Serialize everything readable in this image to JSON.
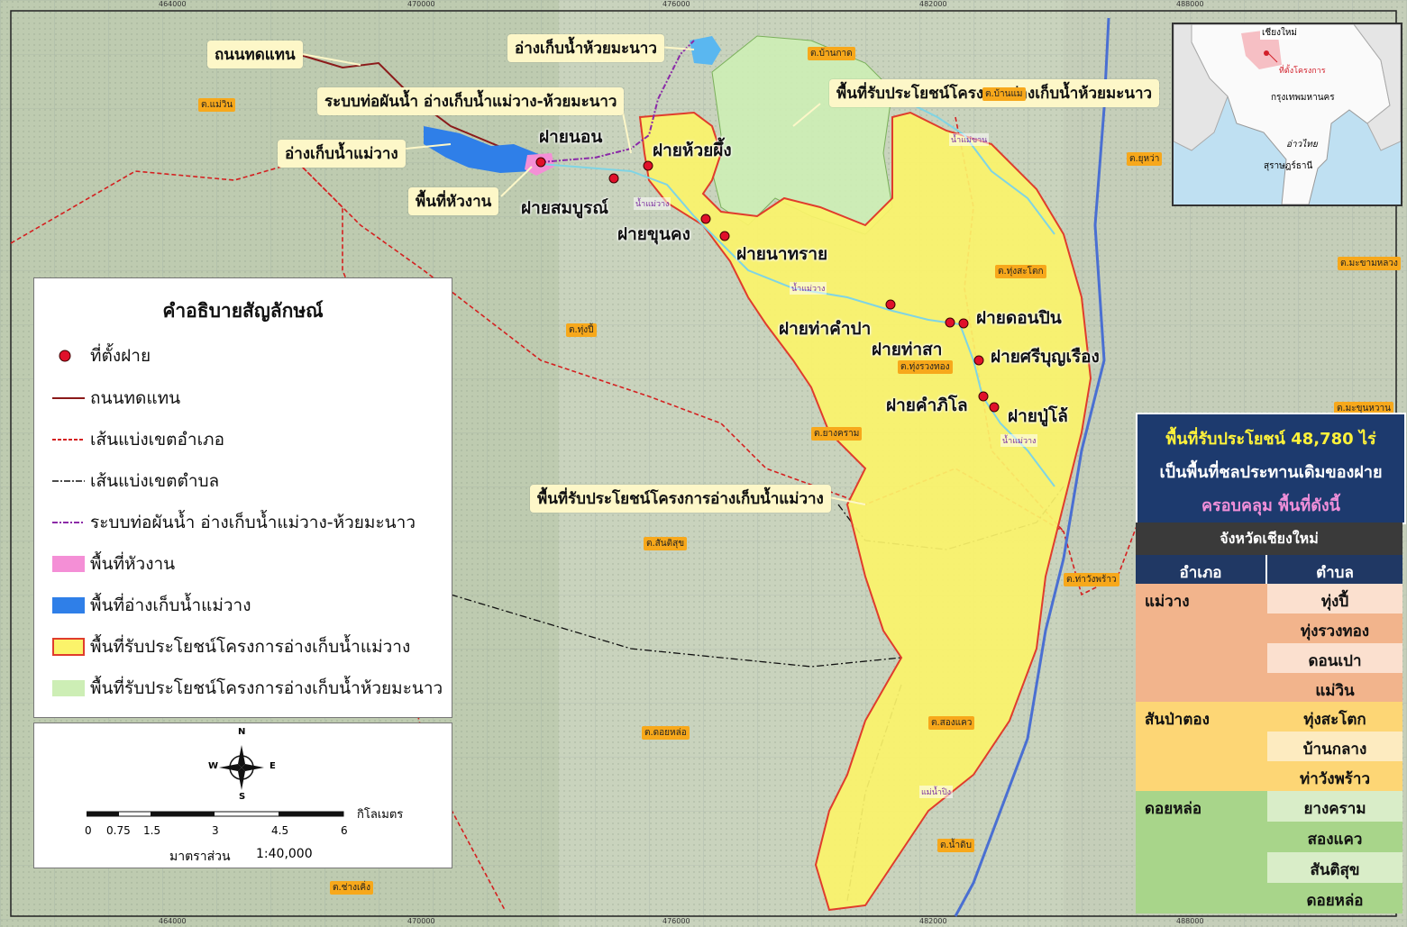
{
  "map": {
    "grid_top": [
      "464000",
      "470000",
      "476000",
      "482000",
      "488000"
    ],
    "grid_bottom": [
      "464000",
      "470000",
      "476000",
      "482000",
      "488000"
    ],
    "callouts": {
      "road": "ถนนทดแทน",
      "huai_reservoir": "อ่างเก็บน้ำห้วยมะนาว",
      "pipeline": "ระบบท่อผันน้ำ อ่างเก็บน้ำแม่วาง-ห้วยมะนาว",
      "mae_wang_reservoir": "อ่างเก็บน้ำแม่วาง",
      "headworks": "พื้นที่หัวงาน",
      "huai_benefit": "พื้นที่รับประโยชน์โครงการอ่างเก็บน้ำห้วยมะนาว",
      "mae_wang_benefit": "พื้นที่รับประโยชน์โครงการอ่างเก็บน้ำแม่วาง"
    },
    "dams": [
      "ฝายนอน",
      "ฝายห้วยผึ้ง",
      "ฝายสมบูรณ์",
      "ฝายขุนคง",
      "ฝายนาทราย",
      "ฝายท่าคำปา",
      "ฝายท่าสา",
      "ฝายดอนปิน",
      "ฝายศรีบุญเรือง",
      "ฝายคำภิโล",
      "ฝายปู่โล้"
    ],
    "tambons": [
      "ต.แม่วิน",
      "ต.บ้านกาด",
      "ต.บ้านแม",
      "ต.ยุหว่า",
      "ต.ทุ่งปี้",
      "ต.ทุ่งสะโตก",
      "ต.มะขามหลวง",
      "ต.ทุ่งรวงทอง",
      "ต.ยางคราม",
      "ต.สันติสุข",
      "ต.ท่าวังพร้าว",
      "ต.สองแคว",
      "ต.ดอยหล่อ",
      "ต.น้ำดิบ",
      "ต.ช่างเคิ่ง",
      "ต.มะขุนหวาน"
    ],
    "rivers": [
      "น้ำแม่ขาน",
      "น้ำแม่วาง",
      "น้ำแม่วาง",
      "น้ำแม่วาง",
      "แม่น้ำปิง"
    ]
  },
  "legend": {
    "title": "คำอธิบายสัญลักษณ์",
    "items": [
      {
        "label": "ที่ตั้งฝาย",
        "symbol": "dam"
      },
      {
        "label": "ถนนทดแทน",
        "symbol": "road"
      },
      {
        "label": "เส้นแบ่งเขตอำเภอ",
        "symbol": "district"
      },
      {
        "label": "เส้นแบ่งเขตตำบล",
        "symbol": "subdistrict"
      },
      {
        "label": "ระบบท่อผันน้ำ อ่างเก็บน้ำแม่วาง-ห้วยมะนาว",
        "symbol": "pipeline"
      },
      {
        "label": "พื้นที่หัวงาน",
        "symbol": "headworks"
      },
      {
        "label": "พื้นที่อ่างเก็บน้ำแม่วาง",
        "symbol": "reservoir"
      },
      {
        "label": "พื้นที่รับประโยชน์โครงการอ่างเก็บน้ำแม่วาง",
        "symbol": "maewang"
      },
      {
        "label": "พื้นที่รับประโยชน์โครงการอ่างเก็บน้ำห้วยมะนาว",
        "symbol": "huai"
      }
    ],
    "colors": {
      "dam": "#e0102a",
      "road": "#8b1a1a",
      "district": "#d42020",
      "pipeline": "#8b2aa8",
      "headworks": "#f48fd6",
      "reservoir": "#2f7fe8",
      "maewang_fill": "#fbf36a",
      "maewang_border": "#e03c2c",
      "huai_fill": "#cdeeb5"
    }
  },
  "scale": {
    "north": "N",
    "south": "S",
    "east": "E",
    "west": "W",
    "ticks": [
      "0",
      "0.75",
      "1.5",
      "3",
      "4.5",
      "6"
    ],
    "unit": "กิโลเมตร",
    "ratio_label": "มาตราส่วน",
    "ratio": "1:40,000"
  },
  "inset": {
    "chiang_mai": "เชียงใหม่",
    "site": "ที่ตั้งโครงการ",
    "bangkok": "กรุงเทพมหานคร",
    "gulf": "อ่าวไทย",
    "surat": "สุราษฎร์ธานี"
  },
  "info": {
    "line1": "พื้นที่รับประโยชน์ 48,780 ไร่",
    "line2": "เป็นพื้นที่ชลประทานเดิมของฝาย",
    "line3": "ครอบคลุม พื้นที่ดังนี้"
  },
  "table": {
    "province": "จังหวัดเชียงใหม่",
    "col_district": "อำเภอ",
    "col_tambon": "ตำบล",
    "groups": [
      {
        "district": "แม่วาง",
        "color": "#f2b48c",
        "light": "#fbe0cf",
        "tambons": [
          "ทุ่งปี้",
          "ทุ่งรวงทอง",
          "ดอนเปา",
          "แม่วิน"
        ]
      },
      {
        "district": "สันป่าตอง",
        "color": "#fdd675",
        "light": "#fdebc0",
        "tambons": [
          "ทุ่งสะโตก",
          "บ้านกลาง",
          "ท่าวังพร้าว"
        ]
      },
      {
        "district": "ดอยหล่อ",
        "color": "#a8d58a",
        "light": "#d9edc8",
        "tambons": [
          "ยางคราม",
          "สองแคว",
          "สันติสุข",
          "ดอยหล่อ"
        ]
      }
    ]
  }
}
